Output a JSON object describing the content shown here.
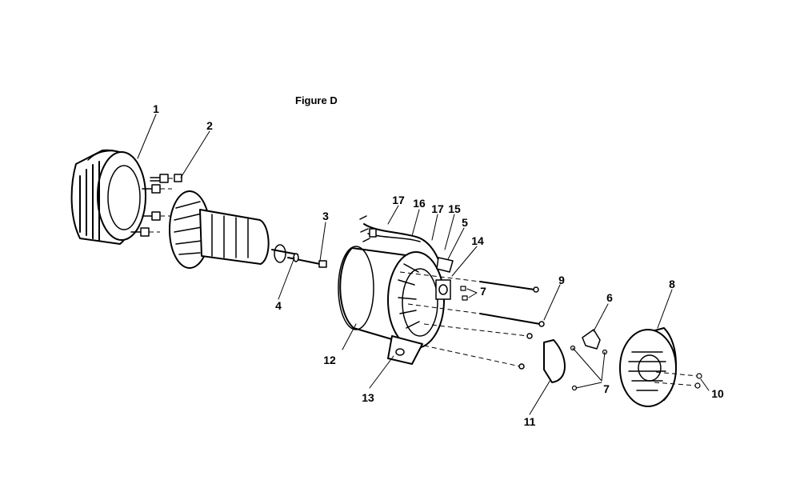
{
  "figure": {
    "title": "Figure D"
  },
  "callouts": [
    {
      "id": "c1",
      "label": "1"
    },
    {
      "id": "c2",
      "label": "2"
    },
    {
      "id": "c3",
      "label": "3"
    },
    {
      "id": "c4",
      "label": "4"
    },
    {
      "id": "c5",
      "label": "5"
    },
    {
      "id": "c6",
      "label": "6"
    },
    {
      "id": "c7a",
      "label": "7"
    },
    {
      "id": "c7b",
      "label": "7"
    },
    {
      "id": "c8",
      "label": "8"
    },
    {
      "id": "c9",
      "label": "9"
    },
    {
      "id": "c10",
      "label": "10"
    },
    {
      "id": "c11",
      "label": "11"
    },
    {
      "id": "c12",
      "label": "12"
    },
    {
      "id": "c13",
      "label": "13"
    },
    {
      "id": "c14",
      "label": "14"
    },
    {
      "id": "c15",
      "label": "15"
    },
    {
      "id": "c16",
      "label": "16"
    },
    {
      "id": "c17a",
      "label": "17"
    },
    {
      "id": "c17b",
      "label": "17"
    }
  ]
}
